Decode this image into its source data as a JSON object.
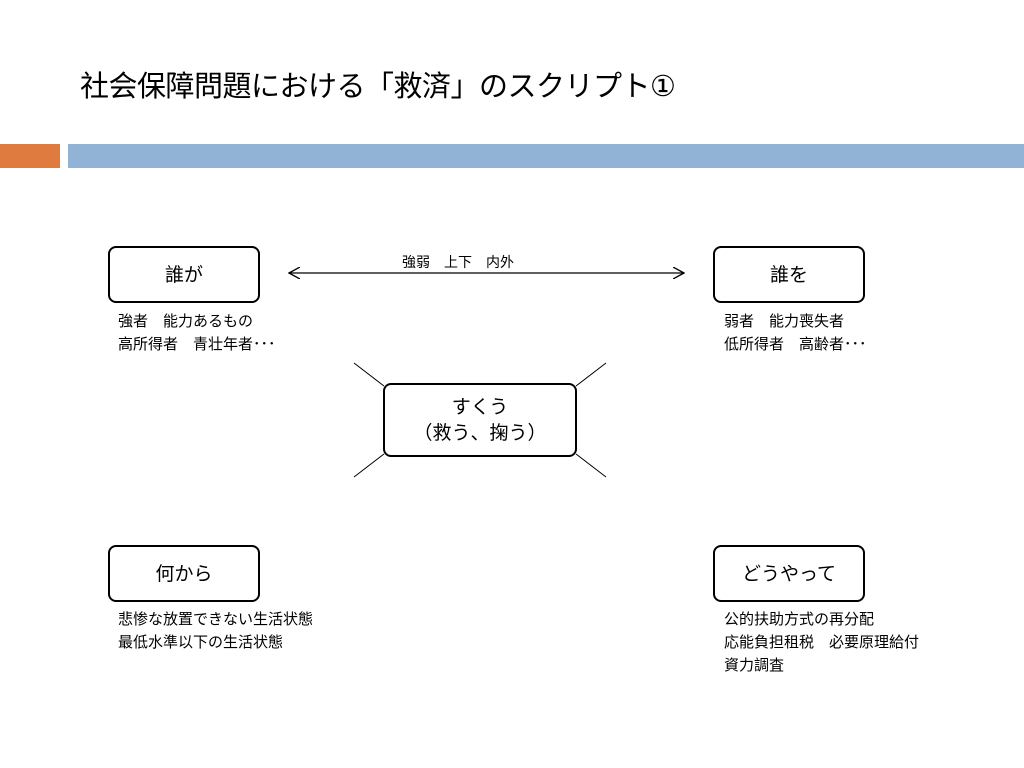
{
  "title": "社会保障問題における「救済」のスクリプト①",
  "colors": {
    "accent_bar": "#e07b40",
    "main_bar": "#91b4d6"
  },
  "arrow_label": "強弱　上下　内外",
  "center": {
    "line1": "すくう",
    "line2": "（救う、掬う）"
  },
  "boxes": {
    "who": {
      "label": "誰が",
      "notes": [
        "強者　能力あるもの",
        "高所得者　青壮年者･･･"
      ]
    },
    "whom": {
      "label": "誰を",
      "notes": [
        "弱者　能力喪失者",
        "低所得者　高齢者･･･"
      ]
    },
    "from_what": {
      "label": "何から",
      "notes": [
        "悲惨な放置できない生活状態",
        "最低水準以下の生活状態"
      ]
    },
    "how": {
      "label": "どうやって",
      "notes": [
        "公的扶助方式の再分配",
        "応能負担租税　必要原理給付",
        "資力調査"
      ]
    }
  }
}
